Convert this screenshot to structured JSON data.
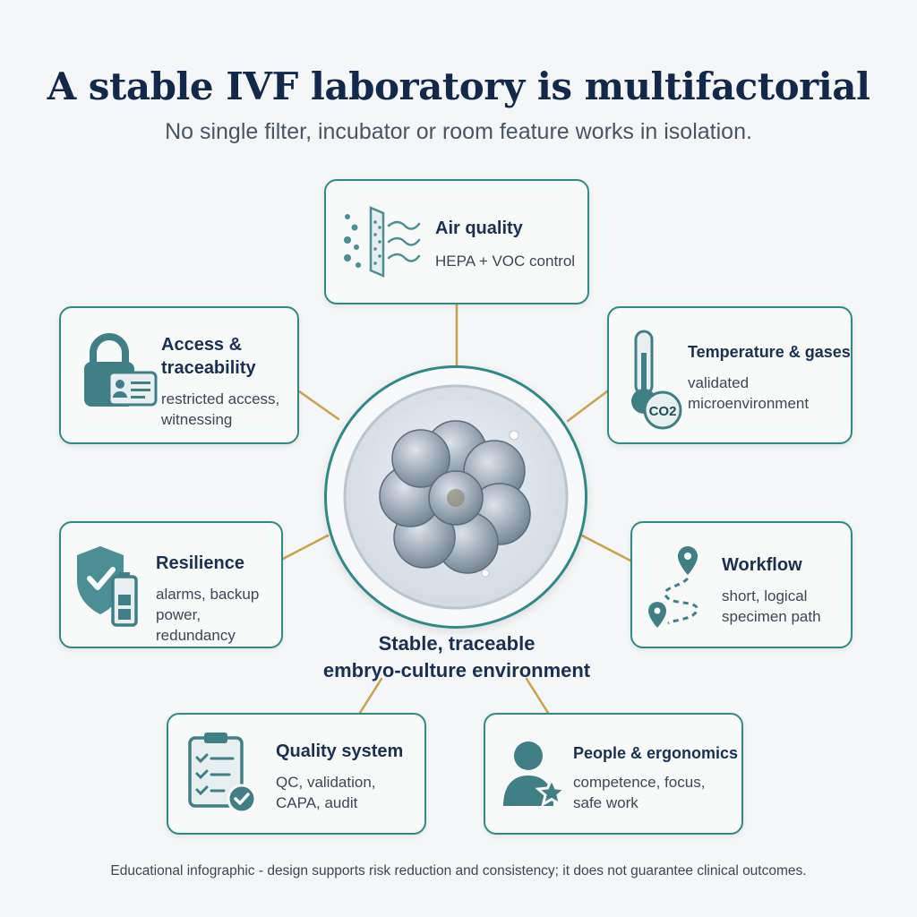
{
  "header": {
    "title": "A stable IVF laboratory is multifactorial",
    "subtitle": "No single filter, incubator or room feature works in isolation."
  },
  "center": {
    "label_line1": "Stable, traceable",
    "label_line2": "embryo-culture environment"
  },
  "factors": {
    "air": {
      "title": "Air quality",
      "desc1": "HEPA + VOC control",
      "icon": "air-filter-icon"
    },
    "access": {
      "title1": "Access &",
      "title2": "traceability",
      "desc1": "restricted access,",
      "desc2": "witnessing",
      "icon": "padlock-id-card-icon"
    },
    "temperature": {
      "title": "Temperature & gases",
      "desc1": "validated",
      "desc2": "microenvironment",
      "icon": "thermometer-co2-icon",
      "co2_label": "CO2"
    },
    "resilience": {
      "title": "Resilience",
      "desc1": "alarms, backup",
      "desc2": "power, redundancy",
      "icon": "shield-battery-icon"
    },
    "workflow": {
      "title": "Workflow",
      "desc1": "short, logical",
      "desc2": "specimen path",
      "icon": "route-path-icon"
    },
    "quality": {
      "title": "Quality system",
      "desc1": "QC, validation,",
      "desc2": "CAPA, audit",
      "icon": "clipboard-check-icon"
    },
    "people": {
      "title": "People & ergonomics",
      "desc1": "competence, focus,",
      "desc2": "safe work",
      "icon": "person-star-icon"
    }
  },
  "colors": {
    "accent_teal": "#2f8a86",
    "icon_teal": "#3f7f85",
    "connector_gold": "#c9a24a",
    "title_navy": "#13294b"
  },
  "footer": {
    "disclaimer": "Educational infographic - design supports risk reduction and consistency; it does not guarantee clinical outcomes."
  }
}
